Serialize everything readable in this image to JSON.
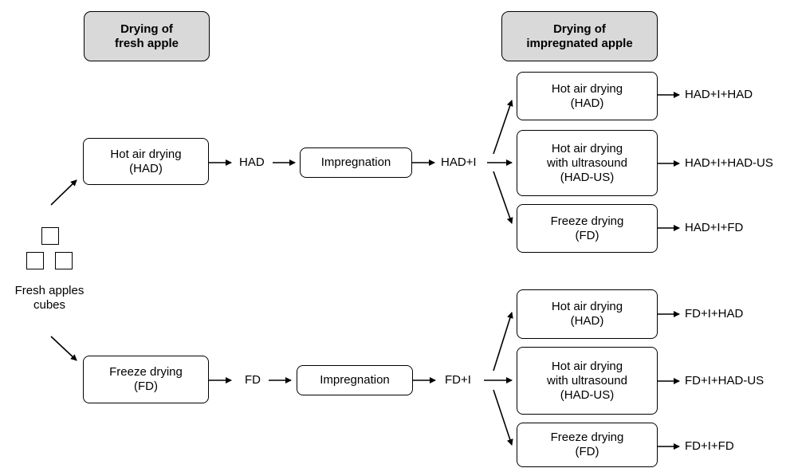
{
  "headers": {
    "fresh": [
      "Drying of",
      "fresh apple"
    ],
    "impregnated": [
      "Drying of",
      "impregnated apple"
    ]
  },
  "start": {
    "label": [
      "Fresh apples",
      "cubes"
    ]
  },
  "top_branch": {
    "method": [
      "Hot air drying",
      "(HAD)"
    ],
    "product": "HAD",
    "impregnation": "Impregnation",
    "impregnated_product": "HAD+I",
    "second_drying": [
      {
        "lines": [
          "Hot air drying",
          "(HAD)"
        ],
        "result": "HAD+I+HAD"
      },
      {
        "lines": [
          "Hot air drying",
          "with ultrasound",
          "(HAD-US)"
        ],
        "result": "HAD+I+HAD-US"
      },
      {
        "lines": [
          "Freeze drying",
          "(FD)"
        ],
        "result": "HAD+I+FD"
      }
    ]
  },
  "bottom_branch": {
    "method": [
      "Freeze drying",
      "(FD)"
    ],
    "product": "FD",
    "impregnation": "Impregnation",
    "impregnated_product": "FD+I",
    "second_drying": [
      {
        "lines": [
          "Hot air drying",
          "(HAD)"
        ],
        "result": "FD+I+HAD"
      },
      {
        "lines": [
          "Hot air drying",
          "with ultrasound",
          "(HAD-US)"
        ],
        "result": "FD+I+HAD-US"
      },
      {
        "lines": [
          "Freeze drying",
          "(FD)"
        ],
        "result": "FD+I+FD"
      }
    ]
  }
}
